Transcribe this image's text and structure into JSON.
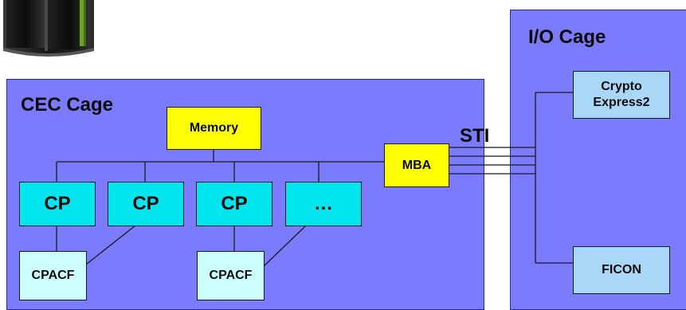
{
  "server_image": {
    "icon": "mainframe-server-icon"
  },
  "cec_cage": {
    "title": "CEC Cage",
    "memory": "Memory",
    "mba": "MBA",
    "processors": [
      "CP",
      "CP",
      "CP",
      "…"
    ],
    "cpacf": [
      "CPACF",
      "CPACF"
    ]
  },
  "sti_label": "STI",
  "io_cage": {
    "title": "I/O Cage",
    "crypto": "Crypto Express2",
    "ficon": "FICON"
  },
  "colors": {
    "cage_fill": "#7b7bff",
    "cp_fill": "#00e5ee",
    "cpacf_fill": "#ccffff",
    "memory_fill": "#ffff00",
    "io_card_fill": "#a9d7f7"
  }
}
